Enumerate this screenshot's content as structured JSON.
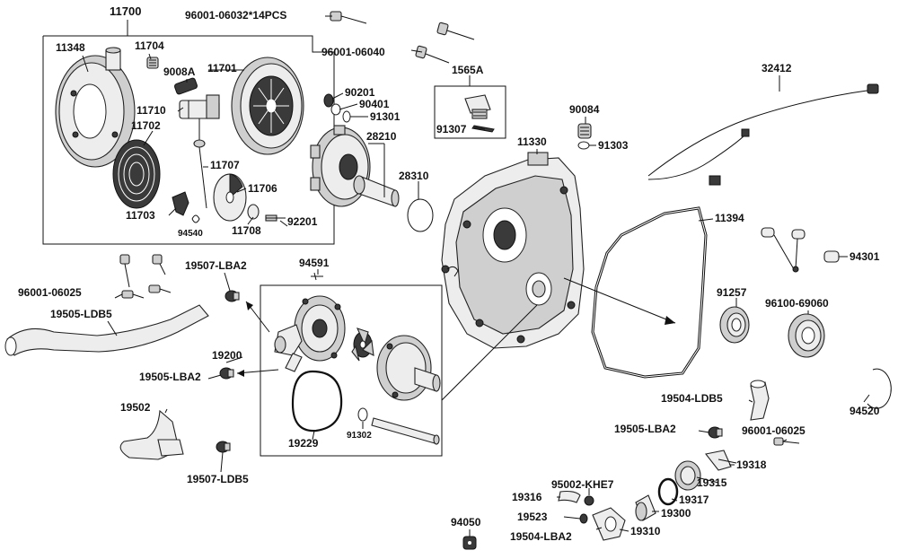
{
  "labels": {
    "p11700": "11700",
    "p96001_06032": "96001-06032*14PCS",
    "p11348": "11348",
    "p11704": "11704",
    "p9008A": "9008A",
    "p11701": "11701",
    "p11710": "11710",
    "p11702": "11702",
    "p11707": "11707",
    "p11706": "11706",
    "p11703": "11703",
    "p94540": "94540",
    "p11708": "11708",
    "p92201": "92201",
    "p96001_06040": "96001-06040",
    "p1565A": "1565A",
    "p91307": "91307",
    "p90201": "90201",
    "p90401": "90401",
    "p91301": "91301",
    "p28210": "28210",
    "p28310": "28310",
    "p90084": "90084",
    "p91303": "91303",
    "p11330": "11330",
    "p32412": "32412",
    "p11394": "11394",
    "p94301": "94301",
    "p91257": "91257",
    "p96100_69060": "96100-69060",
    "p96001_06025a": "96001-06025",
    "p19507_LBA2": "19507-LBA2",
    "p94591": "94591",
    "p19505_LDB5": "19505-LDB5",
    "p19200": "19200",
    "p19505_LBA2a": "19505-LBA2",
    "p19502": "19502",
    "p19229": "19229",
    "p91302": "91302",
    "p19507_LDB5": "19507-LDB5",
    "p19504_LDB5": "19504-LDB5",
    "p94520": "94520",
    "p19505_LBA2b": "19505-LBA2",
    "p96001_06025b": "96001-06025",
    "p19318": "19318",
    "p95002_KHE7": "95002-KHE7",
    "p19315": "19315",
    "p19316": "19316",
    "p19317": "19317",
    "p19523": "19523",
    "p19300": "19300",
    "p94050": "94050",
    "p19504_LBA2": "19504-LBA2",
    "p19310": "19310"
  }
}
